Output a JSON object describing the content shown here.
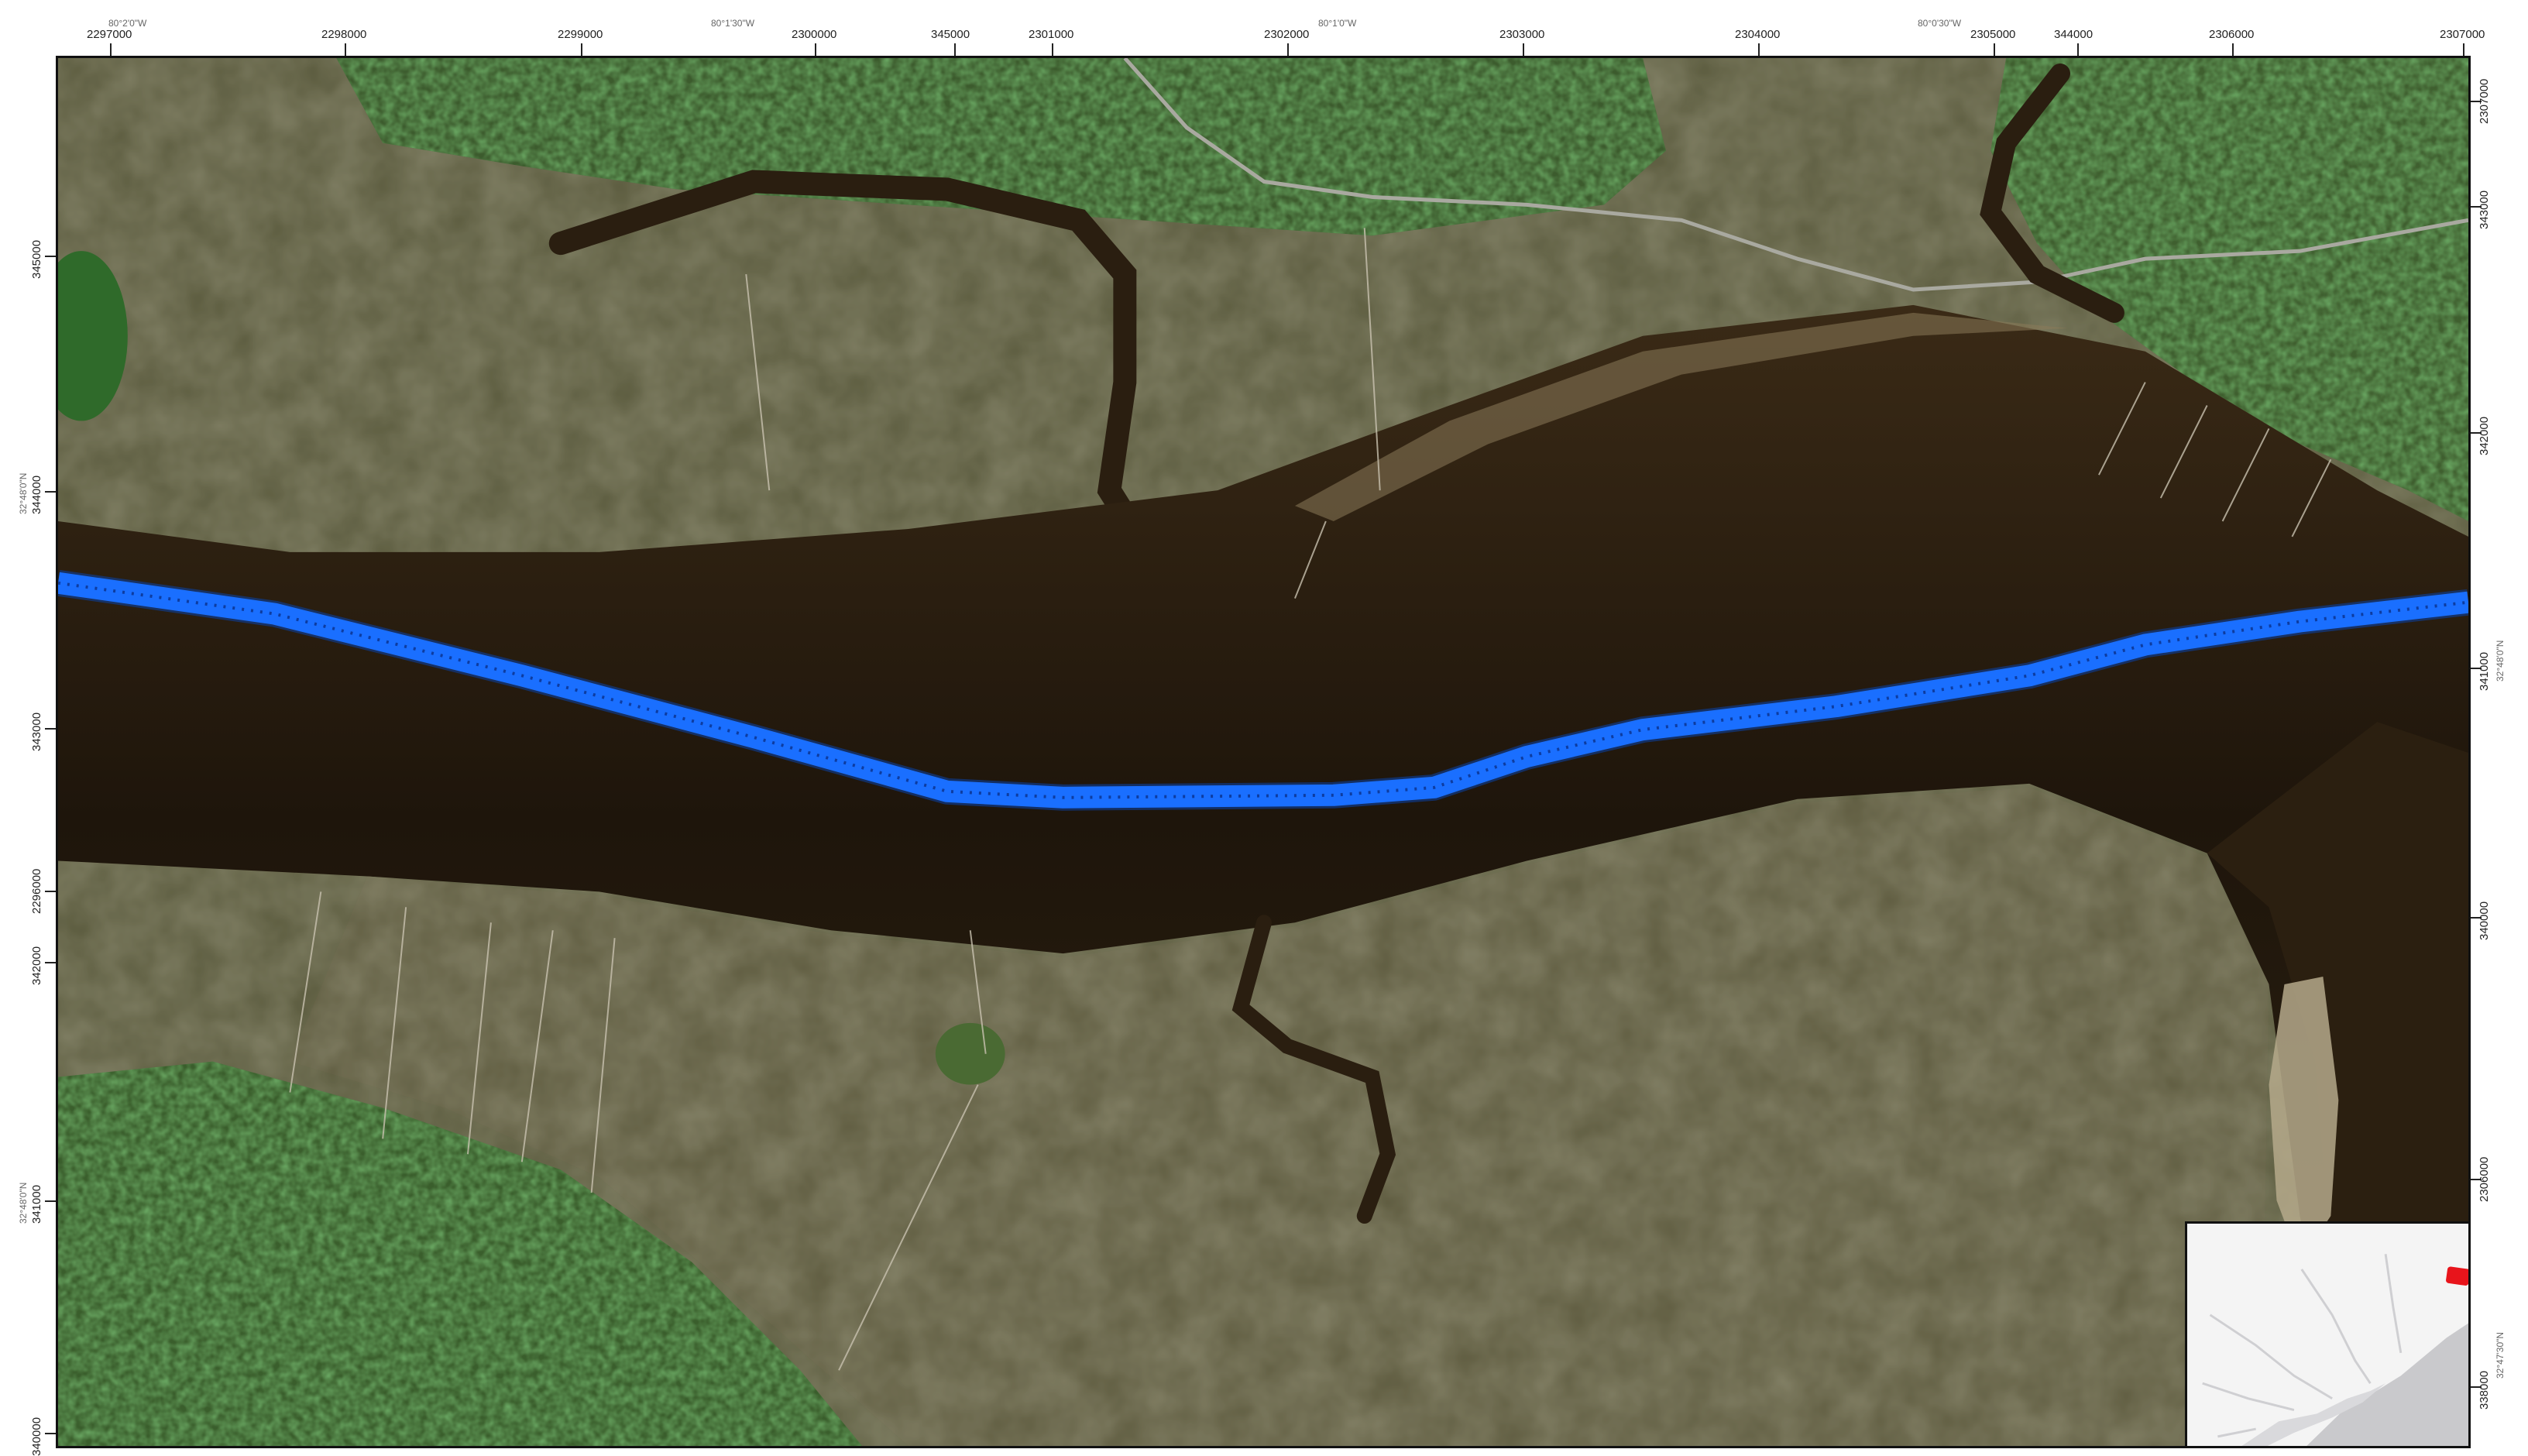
{
  "map": {
    "base": "satellite imagery of tidal marsh, river channel and residential shoreline",
    "colors": {
      "water": "#2a1c0e",
      "marsh": "#5c5a3e",
      "vegetation": "#2f6a2a",
      "sand": "#b5a98b",
      "route": "#1a6fff",
      "frame": "#111111",
      "inset_bg": "#f2f2f2",
      "inset_water": "#c9c9cc",
      "inset_marker": "#e8141b"
    },
    "route_feature": "blue dredged channel line"
  },
  "grid": {
    "top_numeric": [
      "2297000",
      "2298000",
      "2299000",
      "2300000",
      "345000",
      "2301000",
      "2302000",
      "2303000",
      "2304000",
      "2305000",
      "344000",
      "2306000",
      "2307000"
    ],
    "top_dms": [
      "80°2'0\"W",
      "80°1'30\"W",
      "80°1'0\"W",
      "80°0'30\"W"
    ],
    "left_numeric": [
      "345000",
      "344000",
      "343000",
      "2296000",
      "342000",
      "341000",
      "340000"
    ],
    "left_dms": [
      "32°48'0\"N",
      "32°48'0\"N"
    ],
    "right_numeric": [
      "2307000",
      "343000",
      "342000",
      "341000",
      "340000",
      "2306000",
      "338000"
    ],
    "right_dms": [
      "32°48'0\"N",
      "32°47'30\"N"
    ]
  },
  "inset": {
    "label": "",
    "marker": "study area"
  }
}
